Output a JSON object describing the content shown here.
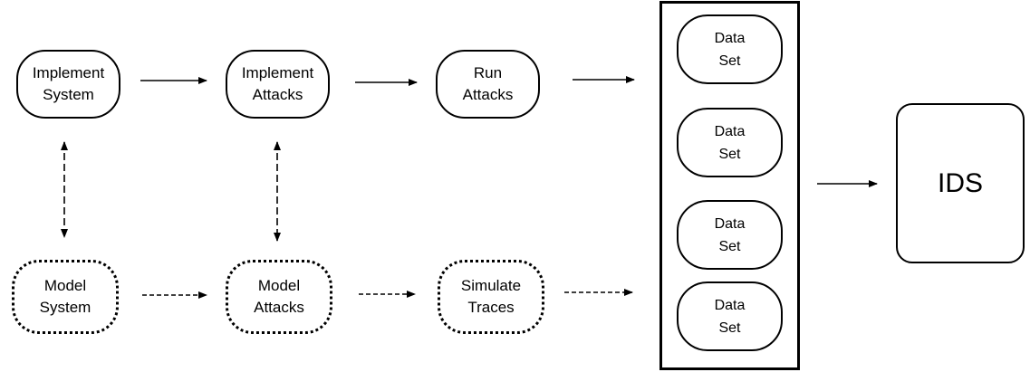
{
  "nodes": {
    "implement_system": [
      "Implement",
      "System"
    ],
    "implement_attacks": [
      "Implement",
      "Attacks"
    ],
    "run_attacks": [
      "Run",
      "Attacks"
    ],
    "model_system": [
      "Model",
      "System"
    ],
    "model_attacks": [
      "Model",
      "Attacks"
    ],
    "simulate_traces": [
      "Simulate",
      "Traces"
    ],
    "data_sets": [
      [
        "Data",
        "Set"
      ],
      [
        "Data",
        "Set"
      ],
      [
        "Data",
        "Set"
      ],
      [
        "Data",
        "Set"
      ]
    ],
    "ids": "IDS"
  },
  "edges": [
    {
      "from": "implement_system",
      "to": "implement_attacks",
      "style": "solid"
    },
    {
      "from": "implement_attacks",
      "to": "run_attacks",
      "style": "solid"
    },
    {
      "from": "run_attacks",
      "to": "data_sets",
      "style": "solid"
    },
    {
      "from": "model_system",
      "to": "model_attacks",
      "style": "dashed"
    },
    {
      "from": "model_attacks",
      "to": "simulate_traces",
      "style": "dashed"
    },
    {
      "from": "simulate_traces",
      "to": "data_sets",
      "style": "dashed"
    },
    {
      "from": "implement_system",
      "to": "model_system",
      "style": "dashed",
      "bidirectional": true
    },
    {
      "from": "implement_attacks",
      "to": "model_attacks",
      "style": "dashed",
      "bidirectional": true
    },
    {
      "from": "data_sets",
      "to": "ids",
      "style": "solid"
    }
  ]
}
